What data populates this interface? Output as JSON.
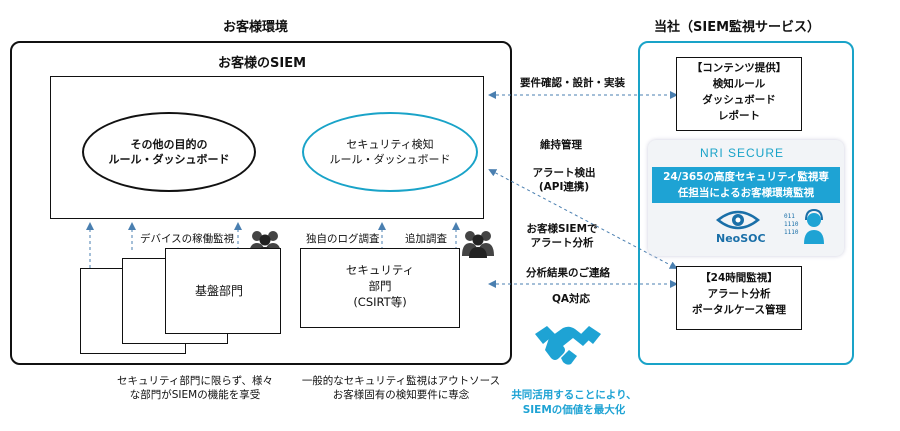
{
  "customer_env": {
    "title": "お客様環境",
    "siem_title": "お客様のSIEM",
    "ellipse_other": [
      "その他の目的の",
      "ルール・ダッシュボード"
    ],
    "ellipse_security": [
      "セキュリティ検知",
      "ルール・ダッシュボード"
    ],
    "device_monitoring": "デバイスの稼働監視",
    "own_log": "独自のログ調査",
    "additional": "追加調査",
    "infra_dept": "基盤部門",
    "security_dept": [
      "セキュリティ",
      "部門",
      "(CSIRT等)"
    ],
    "note_left": [
      "セキュリティ部門に限らず、様々",
      "な部門がSIEMの機能を享受"
    ],
    "note_right": [
      "一般的なセキュリティ監視はアウトソース",
      "お客様固有の検知要件に専念"
    ]
  },
  "company": {
    "title": "当社（SIEM監視サービス）",
    "content_box": {
      "header": "【コンテンツ提供】",
      "items": [
        "検知ルール",
        "ダッシュボード",
        "レポート"
      ]
    },
    "nri_logo": "NRI SECURE",
    "band": [
      "24/365の高度セキュリティ監視専",
      "任担当によるお客様環境監視"
    ],
    "neosoc": "NeoSOC",
    "monitor_box": {
      "header": "【24時間監視】",
      "items": [
        "アラート分析",
        "ポータルケース管理"
      ]
    }
  },
  "middle": {
    "req": "要件確認・設計・実装",
    "maint": "維持管理",
    "alert_detect": [
      "アラート検出",
      "(API連携)"
    ],
    "alert_analysis": [
      "お客様SIEMで",
      "アラート分析"
    ],
    "result_contact": "分析結果のご連絡",
    "qa": "QA対応",
    "shared": [
      "共同活用することにより、",
      "SIEMの価値を最大化"
    ]
  },
  "colors": {
    "accent": "#19a3c8",
    "arrow": "#4a7fb0",
    "band": "#1ea3d4"
  }
}
